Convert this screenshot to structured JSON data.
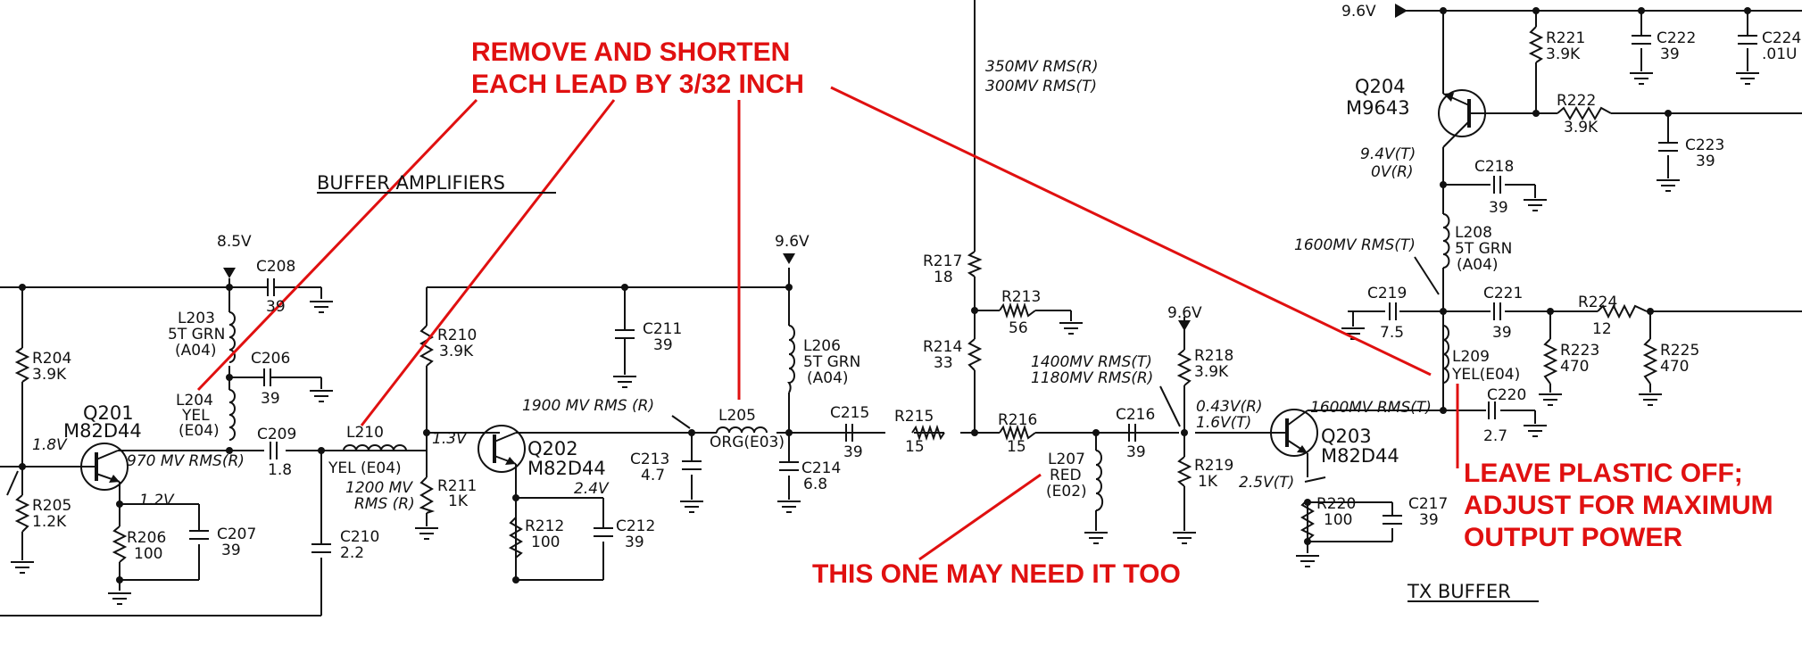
{
  "annotations": {
    "top_line1": "REMOVE AND SHORTEN",
    "top_line2": "EACH LEAD BY 3/32 INCH",
    "right_line1": "LEAVE PLASTIC OFF;",
    "right_line2": "ADJUST FOR MAXIMUM",
    "right_line3": "OUTPUT POWER",
    "bottom": "THIS ONE MAY NEED IT TOO",
    "color": "#e01010"
  },
  "titles": {
    "buffer_amplifiers": "BUFFER AMPLIFIERS",
    "tx_buffer": "TX BUFFER"
  },
  "rails": {
    "v85": "8.5V",
    "v96a": "9.6V",
    "v96b": "9.6V",
    "v96c": "9.6V"
  },
  "measurements": {
    "m350": "350MV RMS(R)",
    "m300": "300MV RMS(T)",
    "m1900": "1900 MV RMS (R)",
    "m970": "970 MV RMS(R)",
    "m1200a": "1200 MV",
    "m1200b": "RMS (R)",
    "m1400": "1400MV RMS(T)",
    "m1180": "1180MV RMS(R)",
    "m1600a": "1600MV RMS(T)",
    "m1600b": "1600MV RMS(T)",
    "v94": "9.4V(T)",
    "v0": "0V(R)",
    "v043": "0.43V(R)",
    "v16": "1.6V(T)",
    "v25": "2.5V(T)",
    "v18": "1.8V",
    "v13": "1.3V",
    "v12": "1.2V",
    "v24": "2.4V"
  },
  "transistors": {
    "q201": "Q201",
    "q201p": "M82D44",
    "q202": "Q202",
    "q202p": "M82D44",
    "q203": "Q203",
    "q203p": "M82D44",
    "q204": "Q204",
    "q204p": "M9643"
  },
  "parts": {
    "r204": "R204",
    "r204v": "3.9K",
    "r205": "R205",
    "r205v": "1.2K",
    "r206": "R206",
    "r206v": "100",
    "c207": "C207",
    "c207v": "39",
    "c208": "C208",
    "c208v": "39",
    "l203": "L203",
    "l203a": "5T GRN",
    "l203b": "(A04)",
    "c206": "C206",
    "c206v": "39",
    "l204": "L204",
    "l204a": "YEL",
    "l204b": "(E04)",
    "c209": "C209",
    "c209v": "1.8",
    "c210": "C210",
    "c210v": "2.2",
    "l210": "L210",
    "l210a": "YEL (E04)",
    "r210": "R210",
    "r210v": "3.9K",
    "r211": "R211",
    "r211v": "1K",
    "c211": "C211",
    "c211v": "39",
    "r212": "R212",
    "r212v": "100",
    "c212": "C212",
    "c212v": "39",
    "c213": "C213",
    "c213v": "4.7",
    "l205": "L205",
    "l205a": "ORG(E03)",
    "l206": "L206",
    "l206a": "5T GRN",
    "l206b": "(A04)",
    "c214": "C214",
    "c214v": "6.8",
    "c215": "C215",
    "c215v": "39",
    "r215": "R215",
    "r215v": "15",
    "r217": "R217",
    "r217v": "18",
    "r213": "R213",
    "r213v": "56",
    "r214": "R214",
    "r214v": "33",
    "r216": "R216",
    "r216v": "15",
    "l207": "L207",
    "l207a": "RED",
    "l207b": "(E02)",
    "c216": "C216",
    "c216v": "39",
    "r218": "R218",
    "r218v": "3.9K",
    "r219": "R219",
    "r219v": "1K",
    "r220": "R220",
    "r220v": "100",
    "c217": "C217",
    "c217v": "39",
    "r221": "R221",
    "r221v": "3.9K",
    "c222": "C222",
    "c222v": "39",
    "c224": "C224",
    "c224v": ".01U",
    "r222": "R222",
    "r222v": "3.9K",
    "c223": "C223",
    "c223v": "39",
    "c218": "C218",
    "c218v": "39",
    "l208": "L208",
    "l208a": "5T GRN",
    "l208b": "(A04)",
    "c219": "C219",
    "c219v": "7.5",
    "c221": "C221",
    "c221v": "39",
    "r224": "R224",
    "r224v": "12",
    "r223": "R223",
    "r223v": "470",
    "r225": "R225",
    "r225v": "470",
    "l209": "L209",
    "l209a": "YEL(E04)",
    "c220": "C220",
    "c220v": "2.7"
  }
}
